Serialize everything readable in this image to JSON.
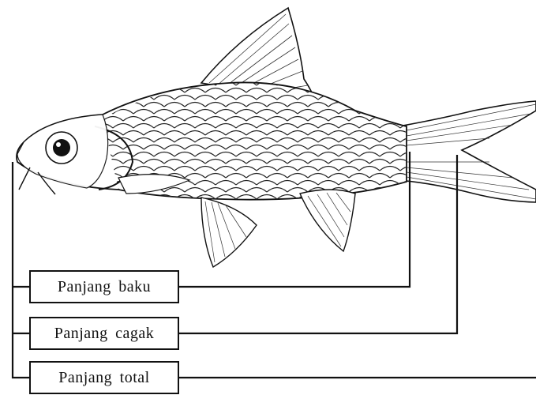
{
  "diagram": {
    "subject": "fish",
    "measurements": [
      {
        "label": "Panjang baku"
      },
      {
        "label": "Panjang cagak"
      },
      {
        "label": "Panjang total"
      }
    ]
  },
  "colors": {
    "line": "#111111",
    "background": "#ffffff"
  }
}
